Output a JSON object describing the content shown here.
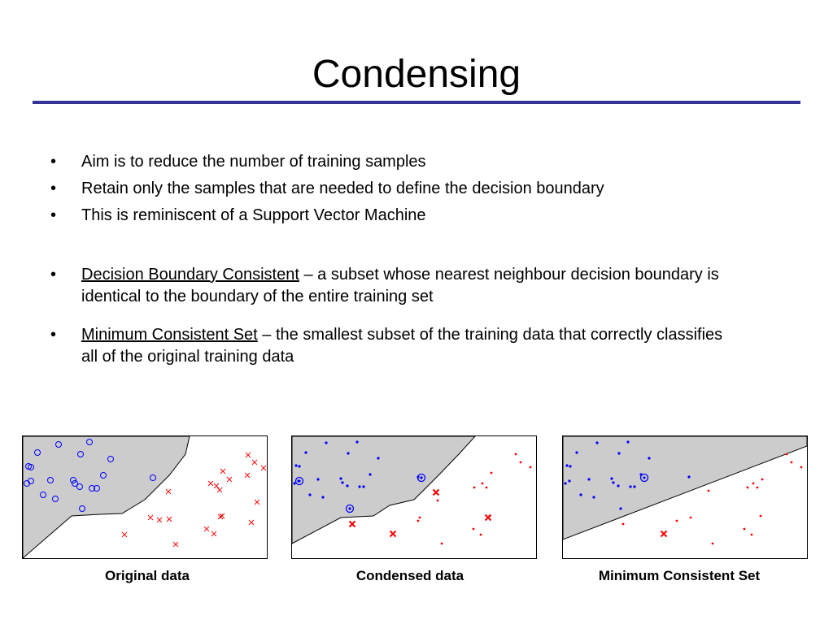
{
  "slide": {
    "title": "Condensing"
  },
  "bullets": [
    {
      "marker": "•",
      "term": "",
      "text": "Aim is to reduce the number of training samples"
    },
    {
      "marker": "•",
      "term": "",
      "text": "Retain only the samples that are needed to define the decision boundary"
    },
    {
      "marker": "•",
      "term": "",
      "text": "This is reminiscent of a Support Vector Machine"
    },
    {
      "marker": "•",
      "term": "Decision Boundary Consistent",
      "text": " – a subset whose nearest neighbour decision boundary is identical to the boundary of the entire training set"
    },
    {
      "marker": "•",
      "term": "Minimum Consistent Set",
      "text": " – the smallest subset of the training data that correctly classifies all of the original training data"
    }
  ],
  "colors": {
    "rule": "#333399",
    "region_fill": "#cccccc",
    "class_a": "#0000ff",
    "class_b": "#ff0000"
  },
  "diagrams": [
    {
      "caption": "Original data",
      "marker_style": "open"
    },
    {
      "caption": "Condensed data",
      "marker_style": "dots_with_prototypes"
    },
    {
      "caption": "Minimum Consistent Set",
      "marker_style": "dots_with_prototypes"
    }
  ]
}
